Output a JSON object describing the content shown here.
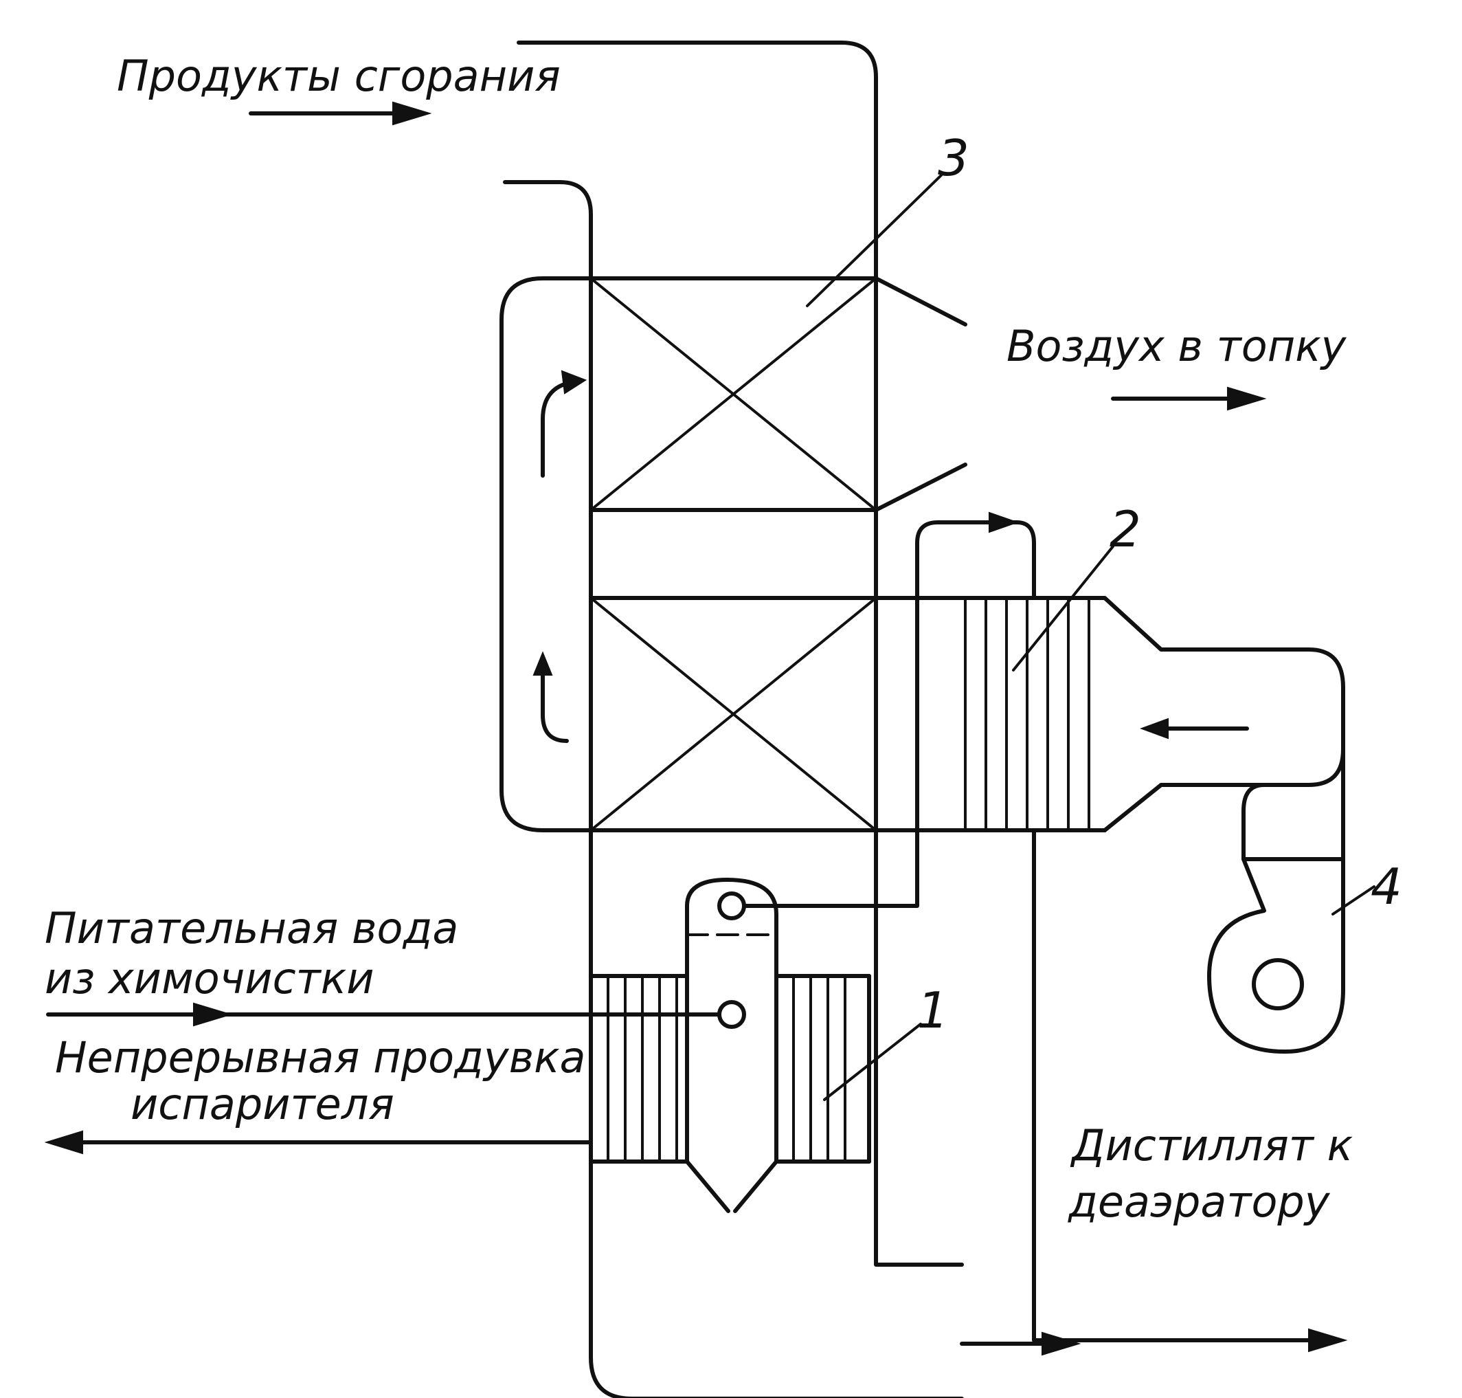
{
  "labels": {
    "combustion_products": "Продукты сгорания",
    "air_to_furnace": "Воздух в топку",
    "feed_water_line1": "Питательная вода",
    "feed_water_line2": "из химочистки",
    "blowdown_line1": "Непрерывная продувка",
    "blowdown_line2": "испарителя",
    "distillate_line1": "Дистиллят к",
    "distillate_line2": "деаэратору"
  },
  "callouts": {
    "n1": "1",
    "n2": "2",
    "n3": "3",
    "n4": "4"
  }
}
